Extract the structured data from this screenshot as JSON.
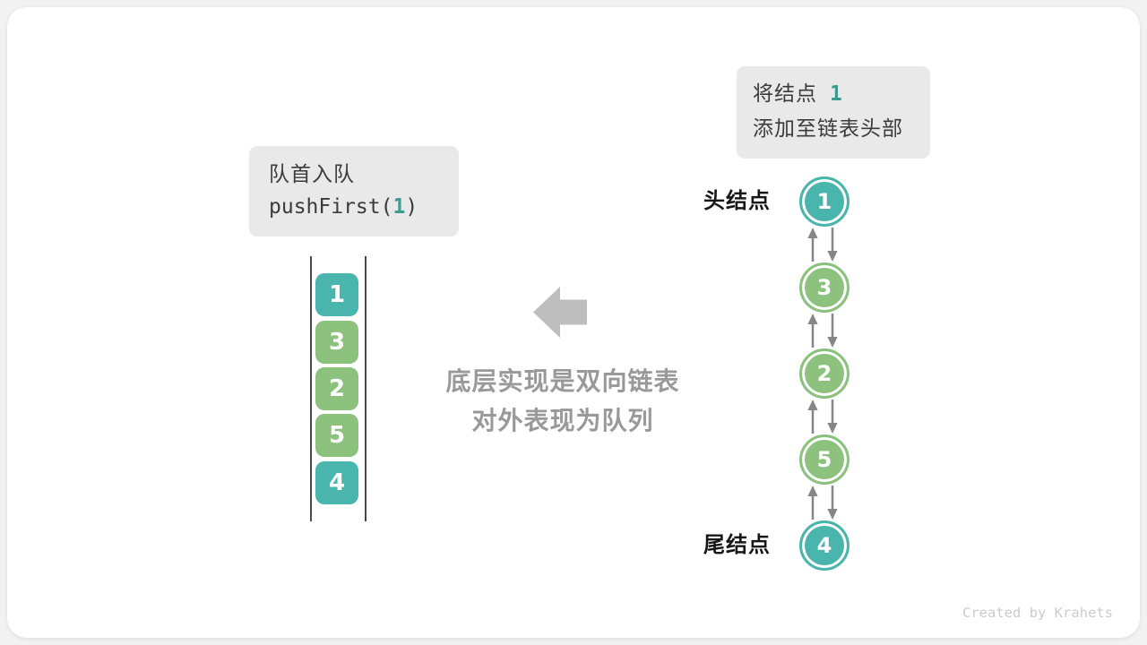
{
  "colors": {
    "teal": "#4ab5ac",
    "green": "#8cc17e",
    "accent_text": "#3d9c8f",
    "caption_gray": "#999999",
    "arrow_gray": "#868686",
    "block_arrow_gray": "#bebebe",
    "label_box_bg": "#e9e9e9"
  },
  "queue_panel": {
    "op_title": "队首入队",
    "code_pre": "pushFirst(",
    "code_arg": "1",
    "code_post": ")",
    "items": [
      {
        "value": "1",
        "color": "teal"
      },
      {
        "value": "3",
        "color": "green"
      },
      {
        "value": "2",
        "color": "green"
      },
      {
        "value": "5",
        "color": "green"
      },
      {
        "value": "4",
        "color": "teal"
      }
    ]
  },
  "caption": {
    "line1": "底层实现是双向链表",
    "line2": "对外表现为队列"
  },
  "list_panel": {
    "label_pre": "将结点",
    "label_arg": "1",
    "label_line2": "添加至链表头部",
    "head_label": "头结点",
    "tail_label": "尾结点",
    "nodes": [
      {
        "value": "1",
        "color": "teal"
      },
      {
        "value": "3",
        "color": "green"
      },
      {
        "value": "2",
        "color": "green"
      },
      {
        "value": "5",
        "color": "green"
      },
      {
        "value": "4",
        "color": "teal"
      }
    ]
  },
  "watermark": "Created by Krahets"
}
